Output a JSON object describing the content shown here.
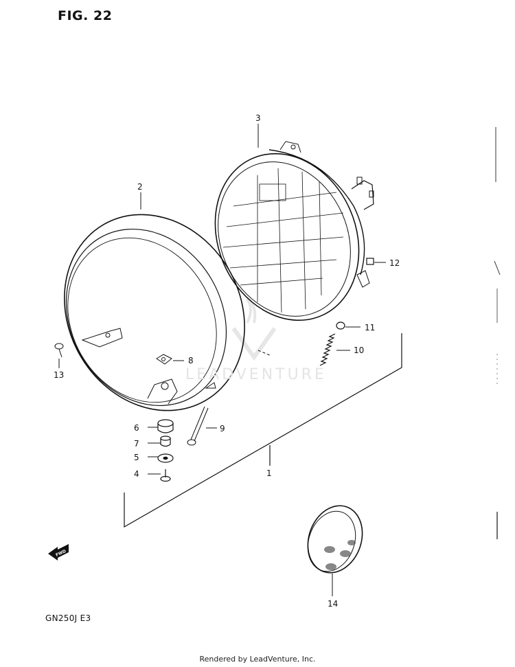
{
  "header": {
    "figure_label": "FIG. 22"
  },
  "footer": {
    "model_code": "GN250J  E3",
    "credit": "Rendered by LeadVenture, Inc."
  },
  "watermark": {
    "brand": "LEADVENTURE"
  },
  "arrow": {
    "label": "FWD"
  },
  "callouts": [
    "1",
    "2",
    "3",
    "4",
    "5",
    "6",
    "7",
    "8",
    "9",
    "10",
    "11",
    "12",
    "13",
    "14"
  ],
  "colors": {
    "line": "#111111",
    "watermark": "#e4e4e4"
  }
}
